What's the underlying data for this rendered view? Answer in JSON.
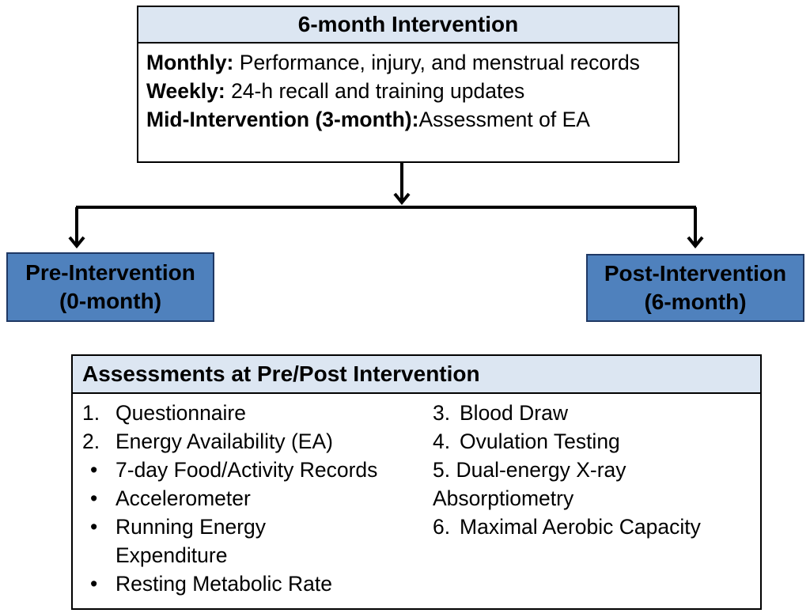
{
  "intervention": {
    "title": "6-month Intervention",
    "items": [
      {
        "label": "Monthly:",
        "text": "Performance, injury, and menstrual records"
      },
      {
        "label": "Weekly:",
        "text": "24-h recall and training updates"
      },
      {
        "label": "Mid-Intervention (3-month):",
        "text": "Assessment of EA"
      }
    ]
  },
  "pre": {
    "line1": "Pre-Intervention",
    "line2": "(0-month)"
  },
  "post": {
    "line1": "Post-Intervention",
    "line2": "(6-month)"
  },
  "assessments": {
    "title": "Assessments at Pre/Post Intervention",
    "left": {
      "item1_num": "1.",
      "item1": "Questionnaire",
      "item2_num": "2.",
      "item2": "Energy Availability (EA)",
      "bullet_char": "•",
      "sub": [
        "7-day Food/Activity Records",
        "Accelerometer",
        "Running Energy Expenditure",
        "Resting Metabolic Rate"
      ]
    },
    "right": [
      {
        "num": "3.",
        "text": "Blood Draw"
      },
      {
        "num": "4.",
        "text": "Ovulation Testing"
      },
      {
        "num": "5.",
        "text": "Dual-energy X-ray Absorptiometry"
      },
      {
        "num": "6.",
        "text": "Maximal Aerobic Capacity"
      }
    ]
  },
  "colors": {
    "header_fill": "#dce6f2",
    "phase_fill": "#4f81bd",
    "phase_border": "#1f3864",
    "line": "#000000"
  }
}
